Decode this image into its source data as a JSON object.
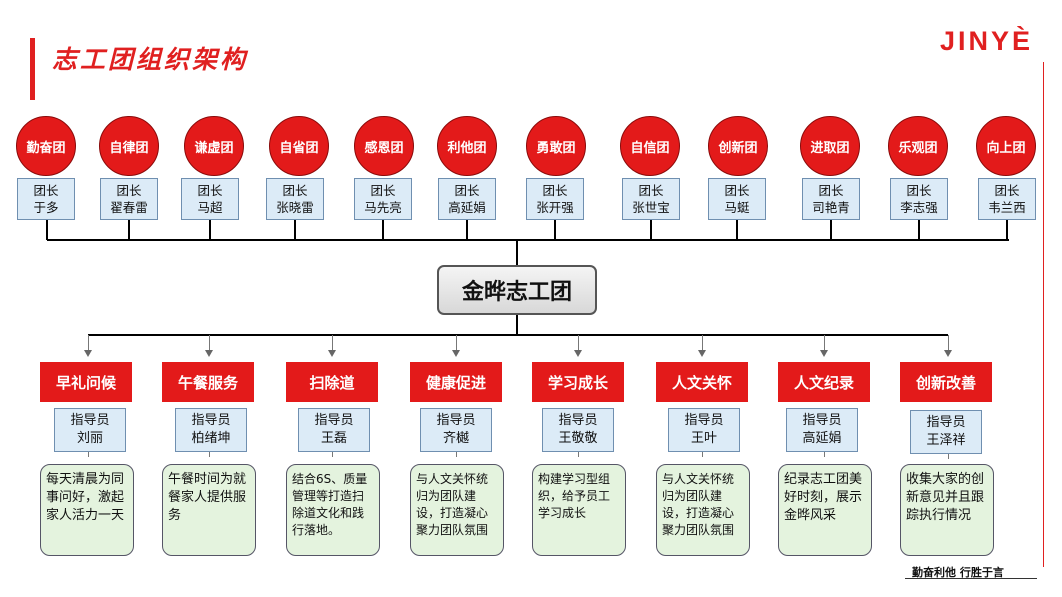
{
  "header": {
    "title": "志工团组织架构",
    "logo": "JINYÈ",
    "slogan": "勤奋利他 行胜于言"
  },
  "center": {
    "label": "金晔志工团"
  },
  "teams": [
    {
      "name": "勤奋团",
      "role": "团长",
      "leader": "于多"
    },
    {
      "name": "自律团",
      "role": "团长",
      "leader": "翟春雷"
    },
    {
      "name": "谦虚团",
      "role": "团长",
      "leader": "马超"
    },
    {
      "name": "自省团",
      "role": "团长",
      "leader": "张晓雷"
    },
    {
      "name": "感恩团",
      "role": "团长",
      "leader": "马先亮"
    },
    {
      "name": "利他团",
      "role": "团长",
      "leader": "高延娟"
    },
    {
      "name": "勇敢团",
      "role": "团长",
      "leader": "张开强"
    },
    {
      "name": "自信团",
      "role": "团长",
      "leader": "张世宝"
    },
    {
      "name": "创新团",
      "role": "团长",
      "leader": "马蜓"
    },
    {
      "name": "进取团",
      "role": "团长",
      "leader": "司艳青"
    },
    {
      "name": "乐观团",
      "role": "团长",
      "leader": "李志强"
    },
    {
      "name": "向上团",
      "role": "团长",
      "leader": "韦兰西"
    }
  ],
  "functions": [
    {
      "name": "早礼问候",
      "role": "指导员",
      "mentor": "刘丽",
      "desc": "每天清晨为同事问好，激起家人活力一天"
    },
    {
      "name": "午餐服务",
      "role": "指导员",
      "mentor": "柏绪坤",
      "desc": "午餐时间为就餐家人提供服务"
    },
    {
      "name": "扫除道",
      "role": "指导员",
      "mentor": "王磊",
      "desc": "结合6S、质量管理等打造扫除道文化和践行落地。"
    },
    {
      "name": "健康促进",
      "role": "指导员",
      "mentor": "齐樾",
      "desc": "与人文关怀统归为团队建设，打造凝心聚力团队氛围"
    },
    {
      "name": "学习成长",
      "role": "指导员",
      "mentor": "王敬敬",
      "desc": "构建学习型组织，给予员工学习成长"
    },
    {
      "name": "人文关怀",
      "role": "指导员",
      "mentor": "王叶",
      "desc": "与人文关怀统归为团队建设，打造凝心聚力团队氛围"
    },
    {
      "name": "人文纪录",
      "role": "指导员",
      "mentor": "高延娟",
      "desc": "纪录志工团美好时刻，展示金晔风采"
    },
    {
      "name": "创新改善",
      "role": "指导员",
      "mentor": "王泽祥",
      "desc": "收集大家的创新意见并且跟踪执行情况"
    }
  ]
}
